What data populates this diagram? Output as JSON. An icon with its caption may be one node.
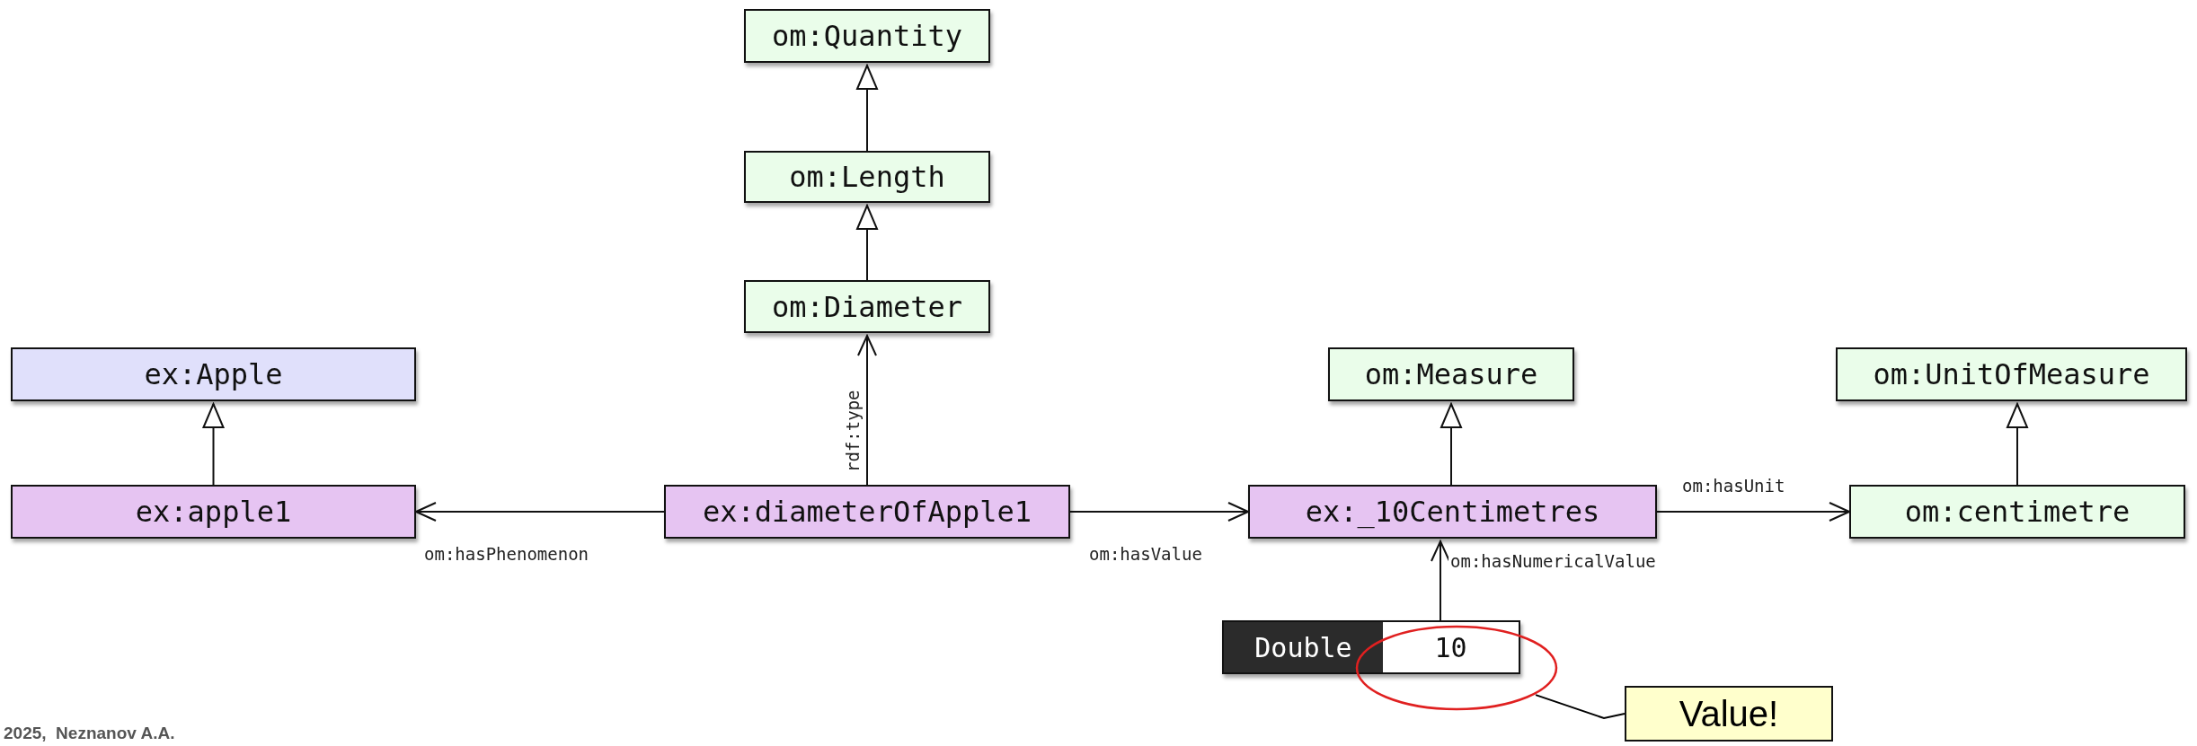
{
  "diagram": {
    "nodes": [
      {
        "text": [
          "om:Quantity"
        ]
      },
      {
        "text": [
          "om:Length"
        ]
      },
      {
        "text": [
          "om:Diameter"
        ]
      },
      {
        "text": [
          "ex:Apple"
        ]
      },
      {
        "text": [
          "ex:apple1"
        ]
      },
      {
        "text": [
          "ex:diameterOfApple1"
        ]
      },
      {
        "text": [
          "om:Measure"
        ]
      },
      {
        "text": [
          "ex:_10Centimetres"
        ]
      },
      {
        "text": [
          "om:UnitOfMeasure"
        ]
      },
      {
        "text": [
          "om:centimetre"
        ]
      },
      {
        "text": [
          "Double",
          "10"
        ]
      },
      {
        "text": [
          "Value!"
        ]
      },
      {
        "text": [],
        "shape": "circle"
      }
    ],
    "edges": [
      {
        "from": 1,
        "to": 0,
        "arrow": "to"
      },
      {
        "from": 2,
        "to": 1,
        "arrow": "to"
      },
      {
        "from": 5,
        "to": 2,
        "arrow": "to",
        "label": "rdf:type"
      },
      {
        "from": 4,
        "to": 3,
        "arrow": "to"
      },
      {
        "from": 5,
        "to": 4,
        "arrow": "to",
        "label": "om:hasPhenomenon"
      },
      {
        "from": 5,
        "to": 7,
        "arrow": "to",
        "label": "om:hasValue"
      },
      {
        "from": 7,
        "to": 6,
        "arrow": "to"
      },
      {
        "from": 7,
        "to": 9,
        "arrow": "to",
        "label": "om:hasUnit"
      },
      {
        "from": 9,
        "to": 8,
        "arrow": "to"
      },
      {
        "from": 10,
        "to": 7,
        "arrow": "to",
        "label": "om:hasNumericalValue"
      },
      {
        "from": 11,
        "to": 12,
        "arrow": "none",
        "color": "#000000"
      }
    ],
    "labels": [
      "2025,  Neznanov A.A."
    ]
  }
}
